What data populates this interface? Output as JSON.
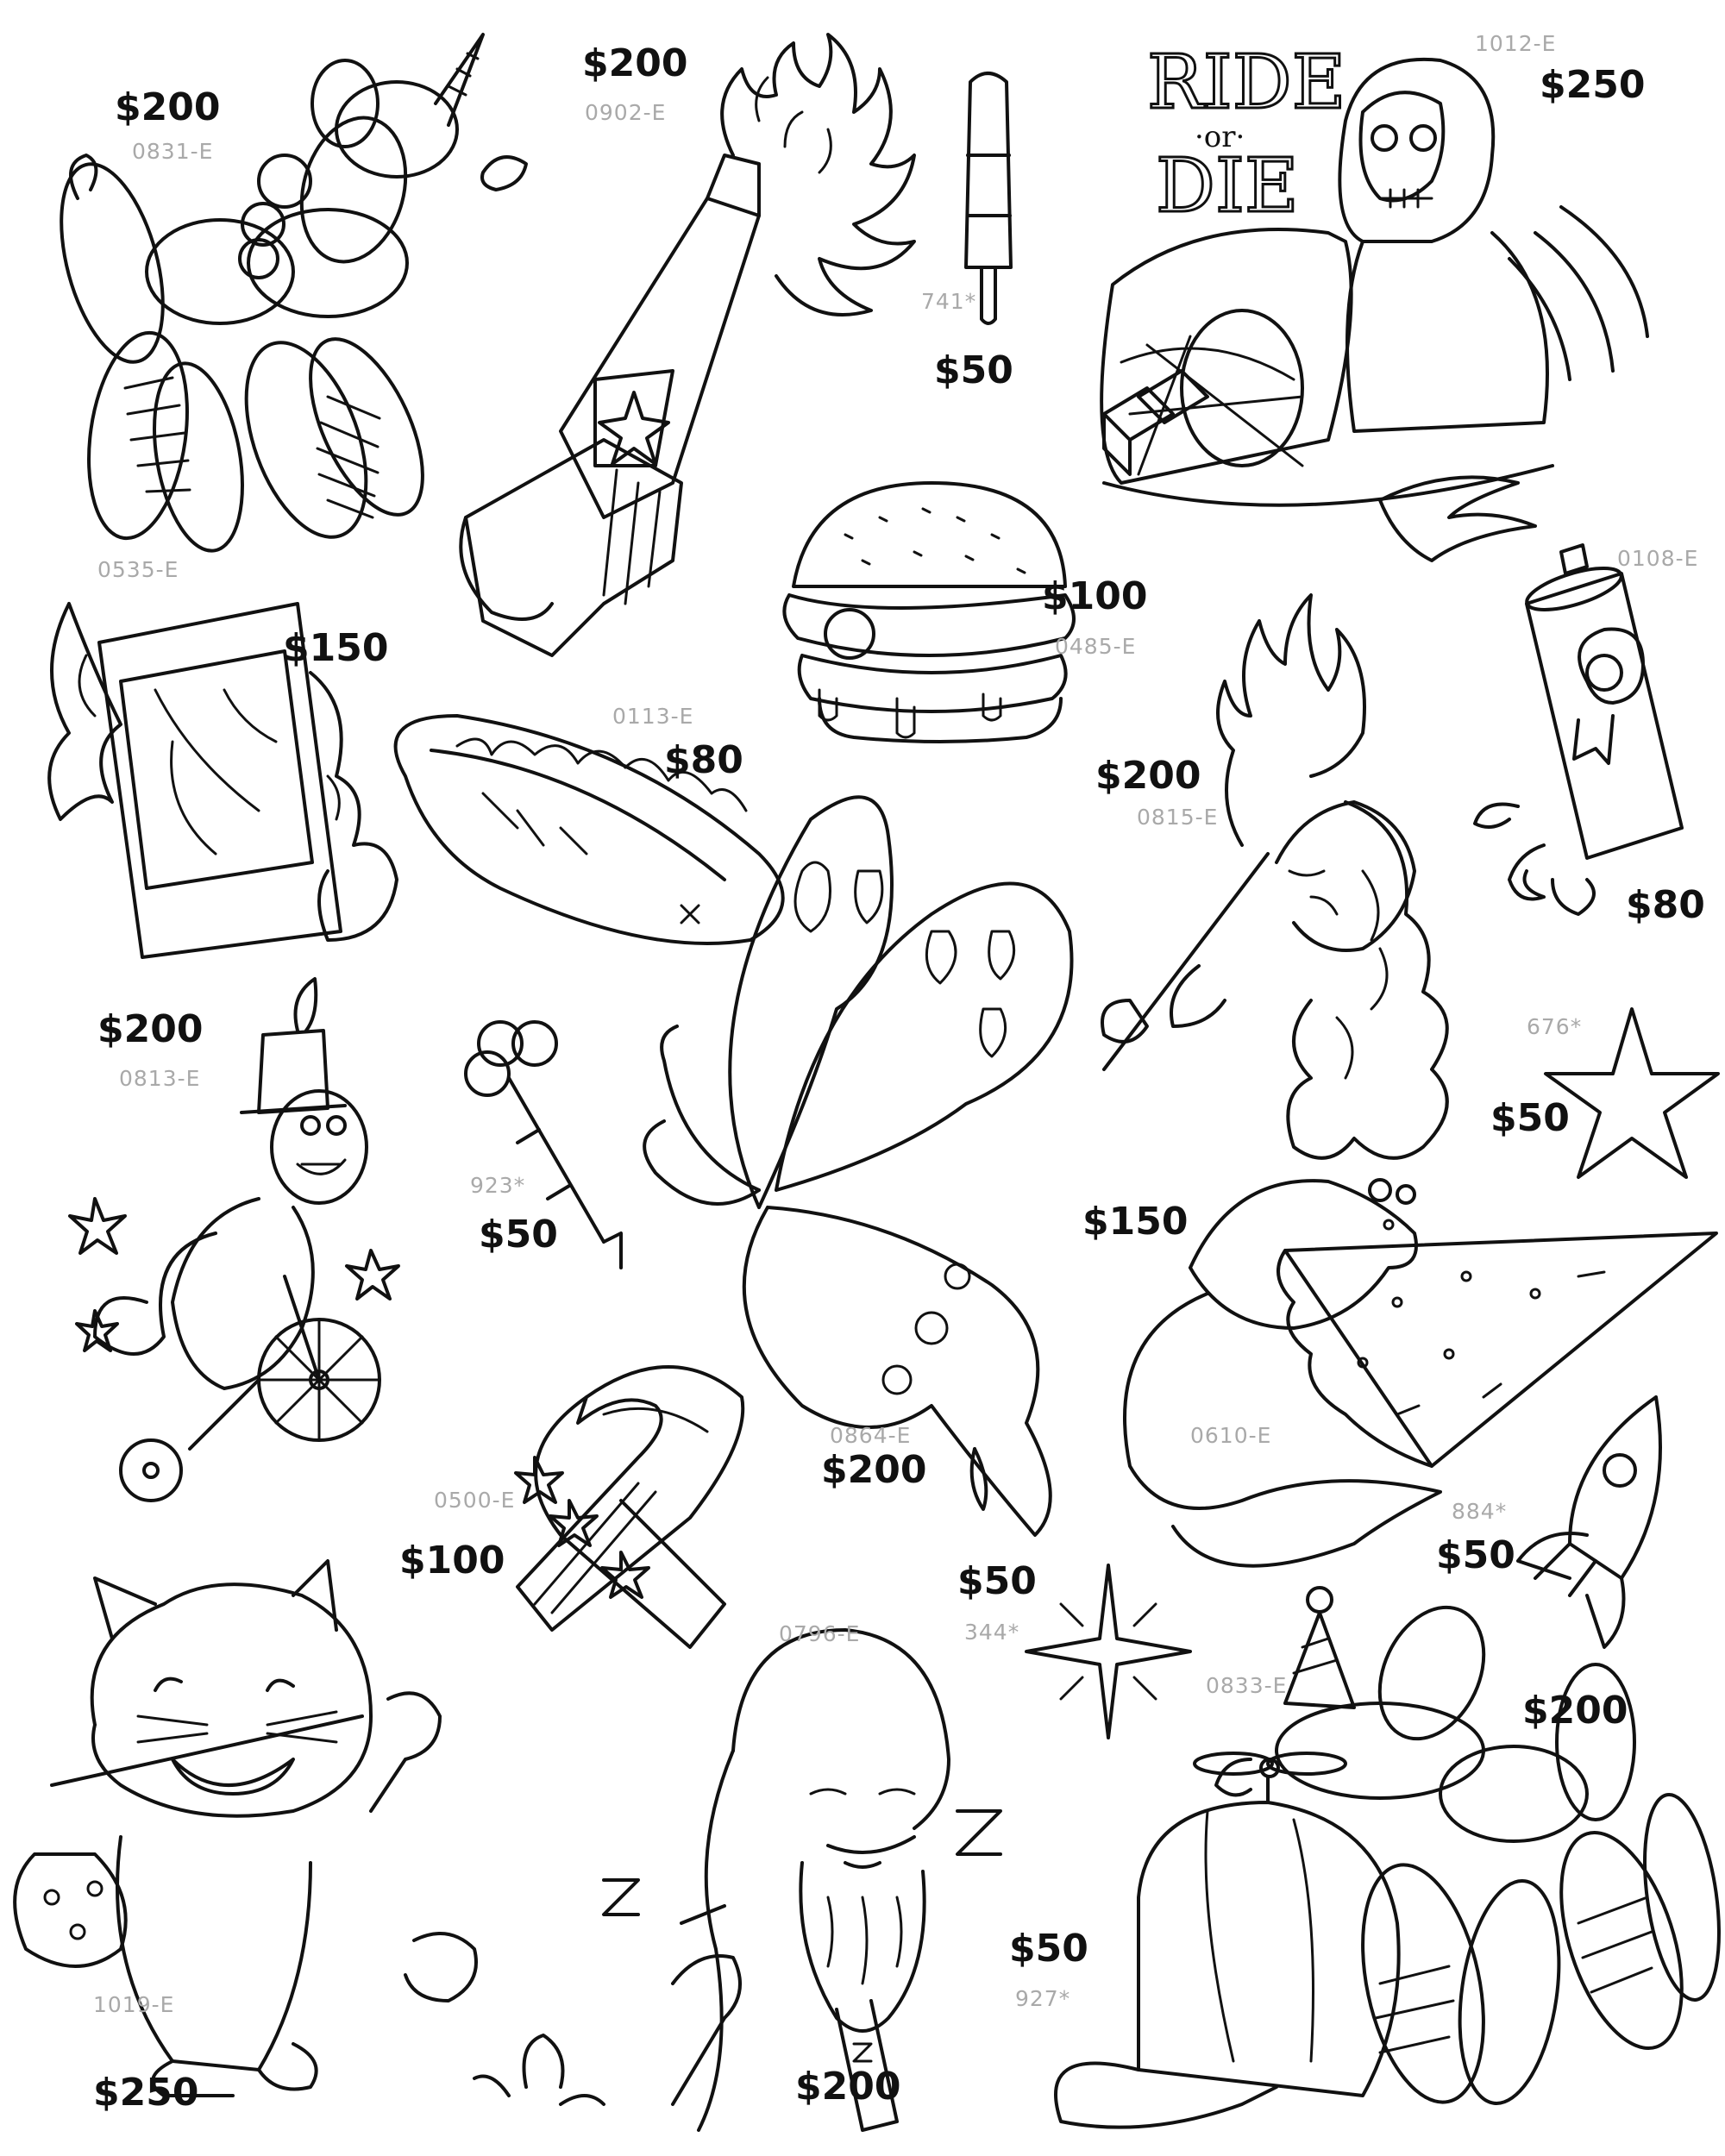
{
  "flash_sheet": {
    "items": [
      {
        "id": "balloon-unicorn",
        "price": "$200",
        "code": "0831-E"
      },
      {
        "id": "molotov-bottle",
        "price": "$200",
        "code": "0902-E"
      },
      {
        "id": "popsicle",
        "price": "$50",
        "code": "741*"
      },
      {
        "id": "ride-or-die-reaper",
        "price": "$250",
        "code": "1012-E",
        "lettering": "RIDE OR DIE"
      },
      {
        "id": "burning-polaroid",
        "price": "$150",
        "code": "0535-E"
      },
      {
        "id": "burger",
        "price": "$100",
        "code": "0485-E"
      },
      {
        "id": "spilled-beer-can",
        "price": "$80",
        "code": "0108-E"
      },
      {
        "id": "hot-dog",
        "price": "$80",
        "code": "0113-E"
      },
      {
        "id": "fire-breather",
        "price": "$200",
        "code": "0815-E"
      },
      {
        "id": "monkey-unicycle",
        "price": "$200",
        "code": "0813-E"
      },
      {
        "id": "flower-key",
        "price": "$50",
        "code": "923*"
      },
      {
        "id": "butterfly",
        "price": "$200",
        "code": "0864-E"
      },
      {
        "id": "star",
        "price": "$50",
        "code": "676*"
      },
      {
        "id": "rat-pizza",
        "price": "$150",
        "code": "0610-E"
      },
      {
        "id": "awareness-ribbon",
        "price": "$100",
        "code": "0500-E"
      },
      {
        "id": "rocket",
        "price": "$50",
        "code": "884*"
      },
      {
        "id": "sparkle",
        "price": "$50",
        "code": "344*"
      },
      {
        "id": "hobo-cat",
        "price": "$250",
        "code": "1019-E"
      },
      {
        "id": "sleeping-man",
        "price": "$200",
        "code": "0796-E",
        "lettering": "ZZZ"
      },
      {
        "id": "balloon-dog-party-hat",
        "price": "$200",
        "code": "0833-E"
      },
      {
        "id": "propeller-cap",
        "price": "$50",
        "code": "927*"
      }
    ]
  },
  "colors": {
    "ink": "#111111",
    "code_gray": "#a9a9a9",
    "paper": "#ffffff"
  }
}
